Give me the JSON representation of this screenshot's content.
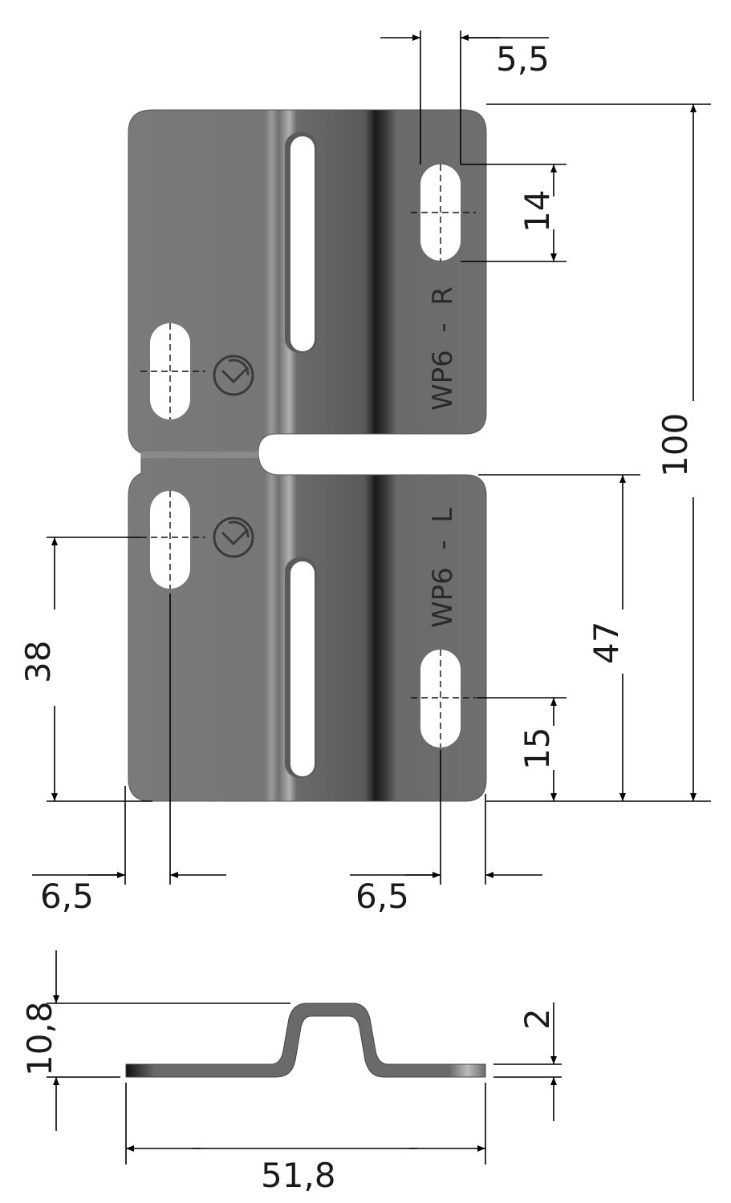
{
  "drawing": {
    "dimensions": {
      "slot_width": "5,5",
      "slot_length": "14",
      "overall_height": "100",
      "lower_half_height": "47",
      "left_hole_from_bottom": "38",
      "right_hole_from_bottom": "15",
      "left_edge_offset": "6,5",
      "right_edge_offset": "6,5",
      "profile_height": "10,8",
      "profile_thickness": "2",
      "profile_width": "51,8"
    },
    "labels": {
      "upper_part": "WP6  -  R",
      "lower_part": "WP6  -  L"
    },
    "icons": [
      "brand-logo-icon",
      "brand-logo-icon"
    ],
    "colors": {
      "plate": "#6f6f6f",
      "plate_dark": "#4a4a4a",
      "background": "#ffffff",
      "lines": "#000000"
    }
  }
}
